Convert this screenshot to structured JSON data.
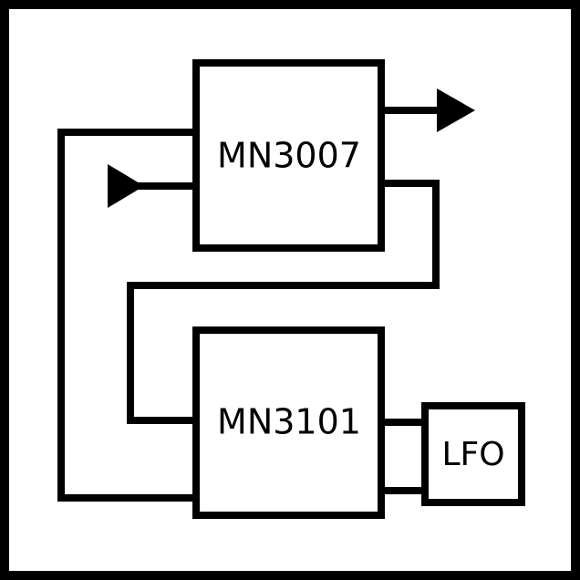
{
  "blocks": {
    "delay": {
      "label": "MN3007"
    },
    "clock": {
      "label": "MN3101"
    },
    "lfo": {
      "label": "LFO"
    }
  },
  "colors": {
    "stroke": "#000000",
    "background": "#ffffff"
  }
}
